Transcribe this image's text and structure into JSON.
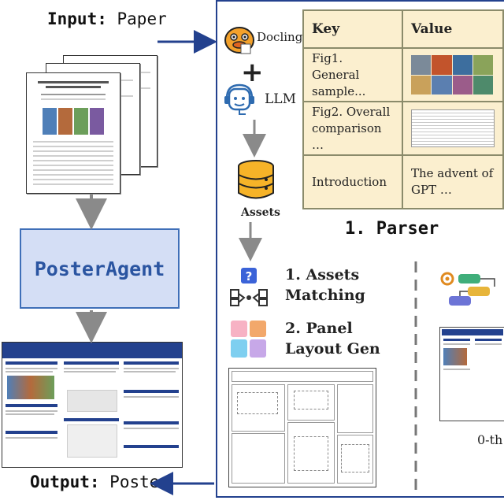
{
  "input": {
    "prefix": "Input:",
    "label": "Paper"
  },
  "output": {
    "prefix": "Output:",
    "label": "Poster"
  },
  "agent": {
    "label": "PosterAgent"
  },
  "parser": {
    "docling_label": "Docling",
    "plus": "+",
    "llm_label": "LLM",
    "assets_label": "Assets",
    "title": "1. Parser",
    "table": {
      "headers": [
        "Key",
        "Value"
      ],
      "rows": [
        {
          "key": "Fig1. General sample...",
          "value": ""
        },
        {
          "key": "Fig2. Overall comparison …",
          "value": ""
        },
        {
          "key": "Introduction",
          "value": "The advent of GPT …"
        }
      ]
    }
  },
  "planner": {
    "step1": "1. Assets Matching",
    "step2": "2. Panel Layout Gen",
    "painter_caption": "0-th"
  },
  "colors": {
    "navy": "#23418e",
    "agent_fill": "#d4def5",
    "parser_bg": "#fbefcf",
    "planner_bg": "#ddd3ec",
    "arrow_gray": "#8a8a8a"
  }
}
